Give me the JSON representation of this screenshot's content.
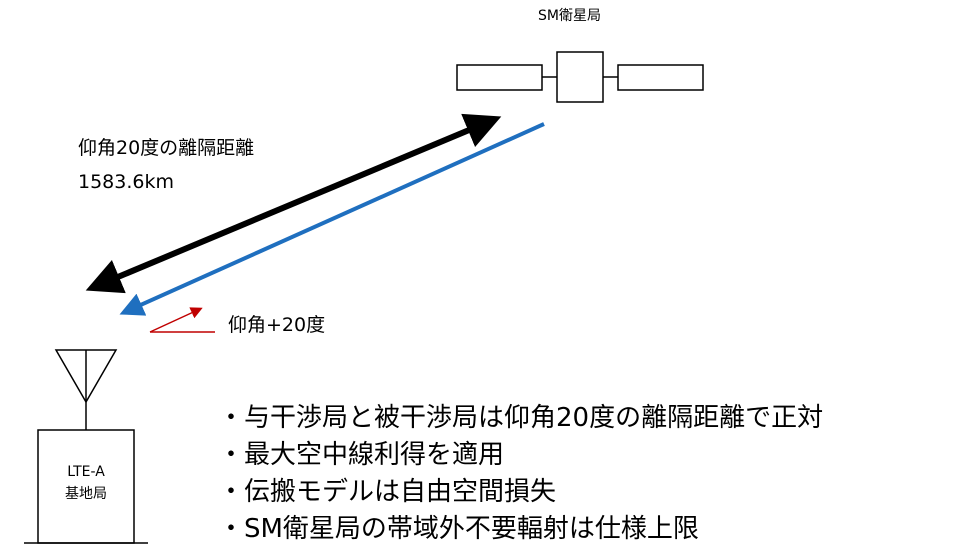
{
  "satellite": {
    "label": "SM衛星局"
  },
  "link": {
    "distance_title": "仰角20度の離隔距離",
    "distance_value": "1583.6km"
  },
  "elevation": {
    "label": "仰角+20度"
  },
  "base_station": {
    "label_line1": "LTE-A",
    "label_line2": "基地局"
  },
  "notes": [
    "・与干渉局と被干渉局は仰角20度の離隔距離で正対",
    "・最大空中線利得を適用",
    "・伝搬モデルは自由空間損失",
    "・SM衛星局の帯域外不要輻射は仕様上限"
  ],
  "colors": {
    "distance_arrow": "#000000",
    "signal_arrow": "#1f6fbf",
    "elevation_arrow": "#c00000",
    "outline": "#000000"
  }
}
